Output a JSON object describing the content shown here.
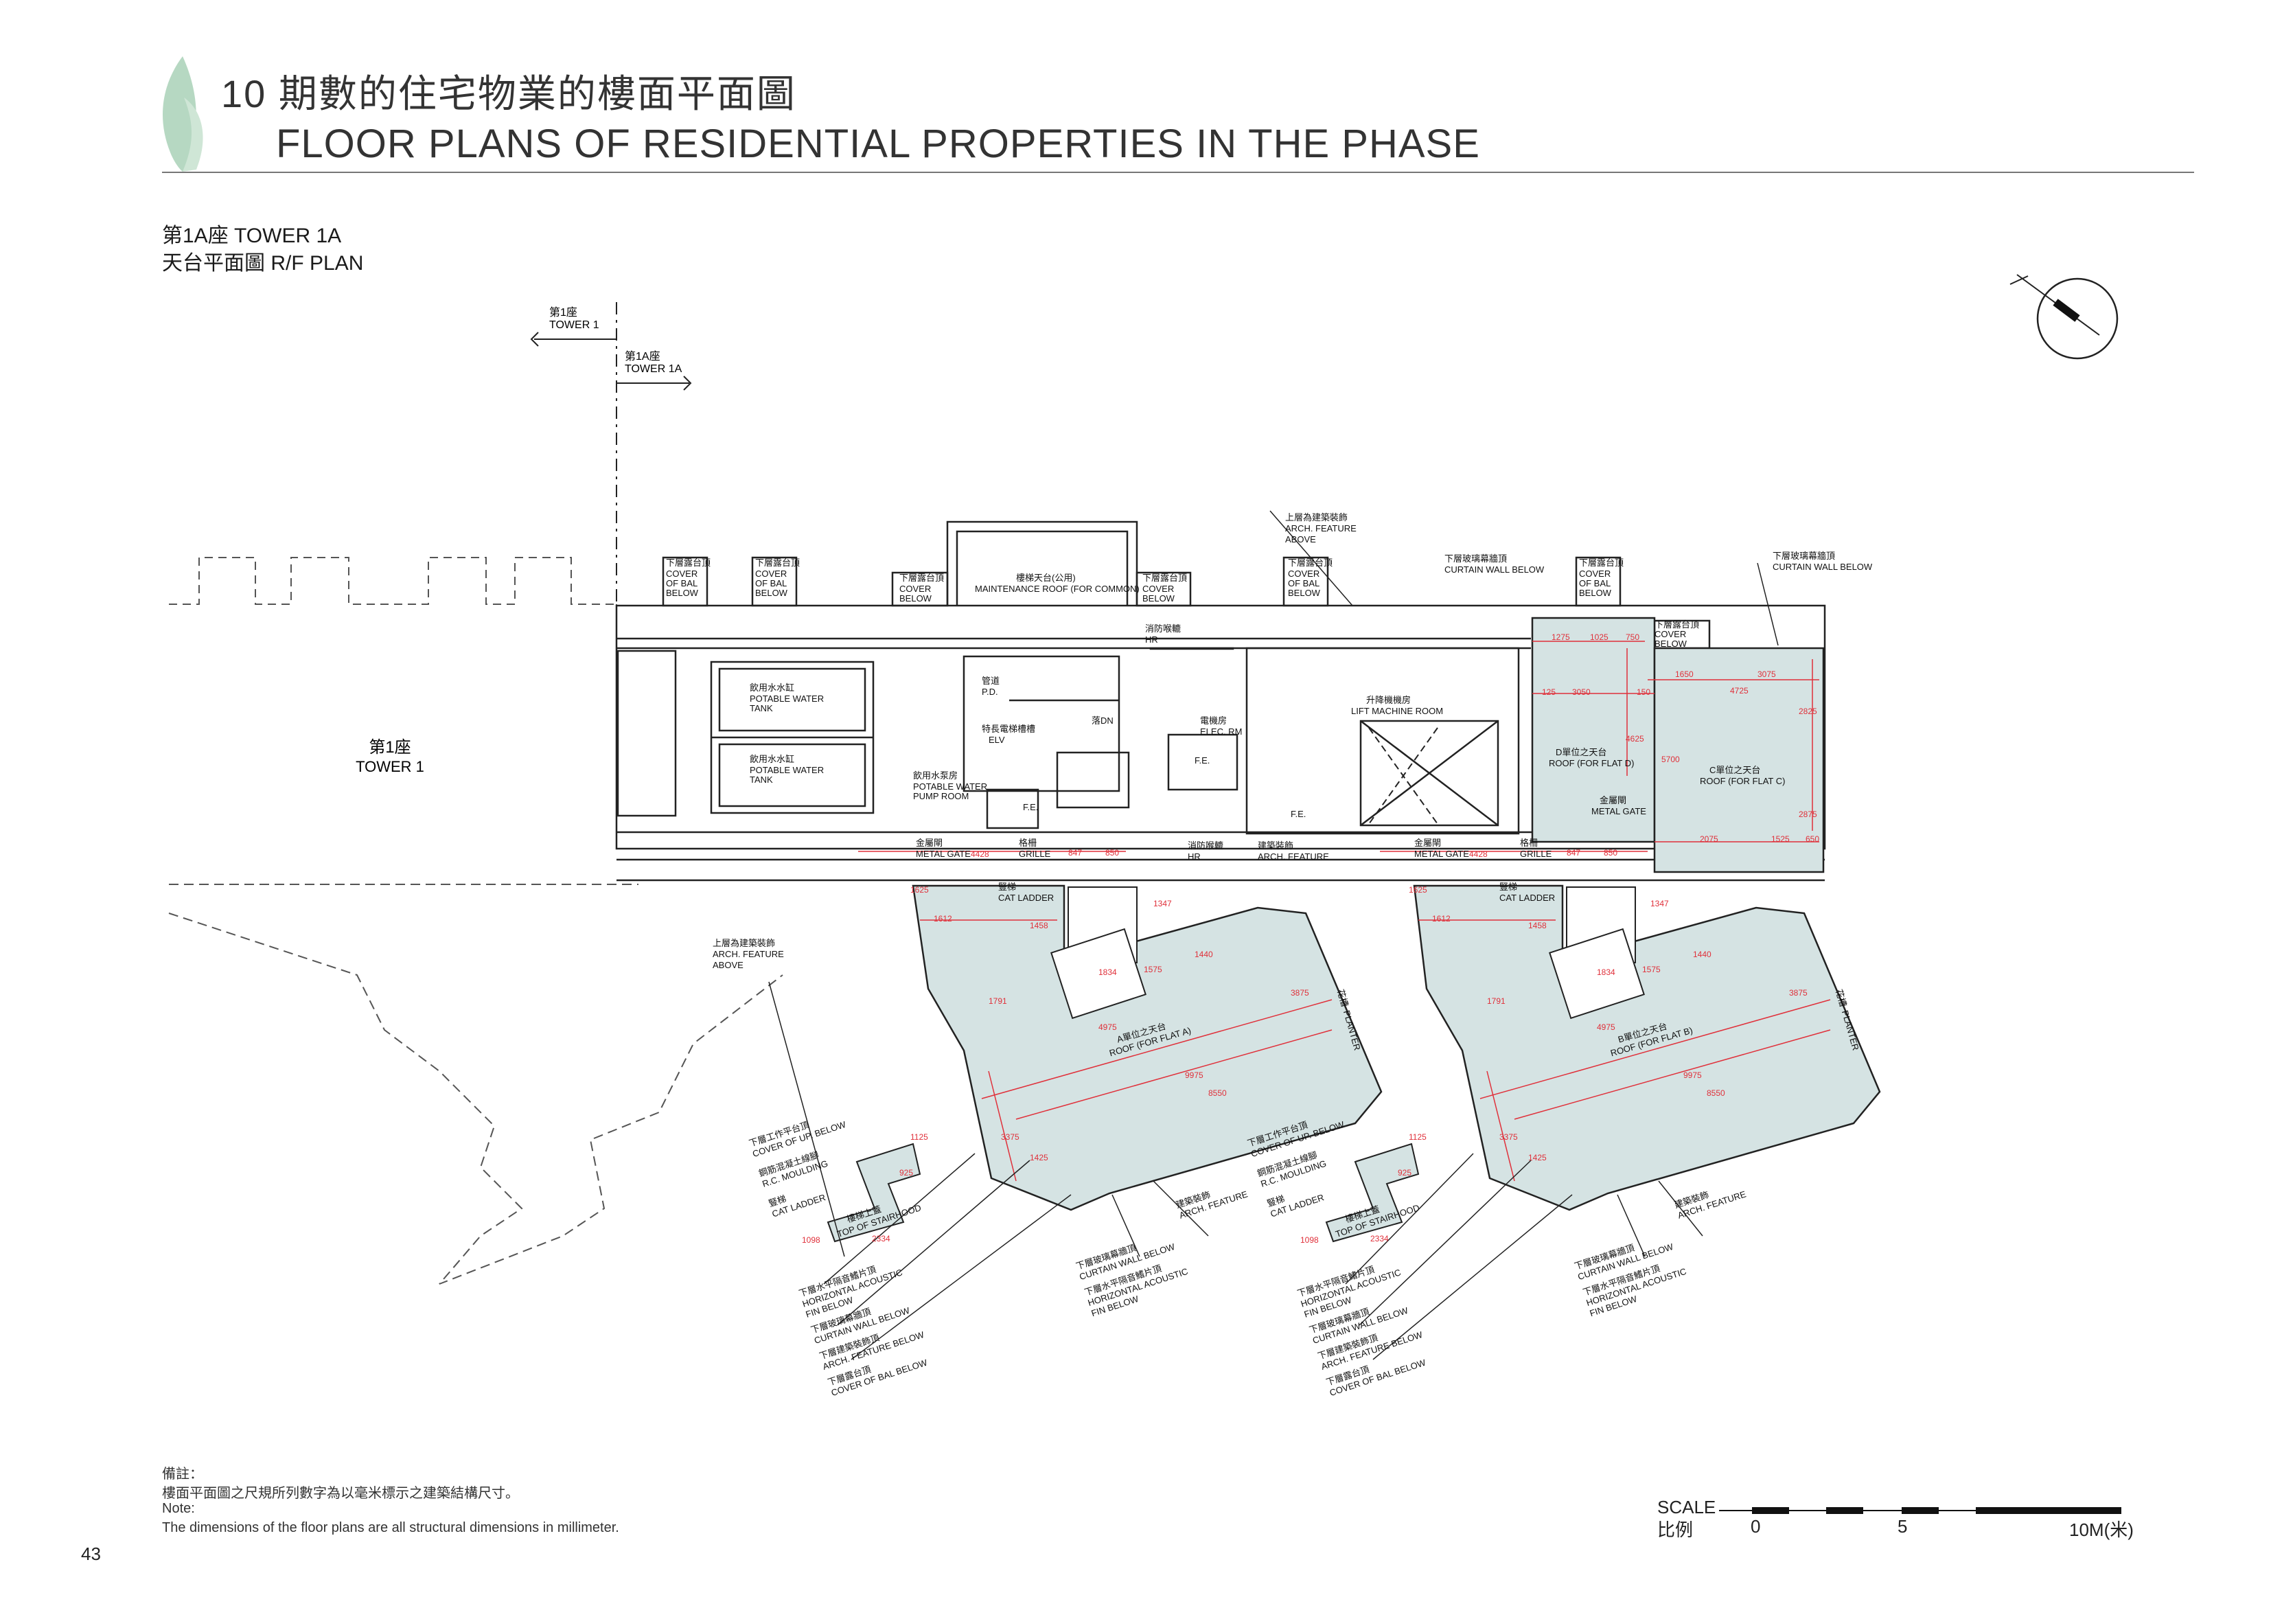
{
  "header": {
    "title_cn": "10 期數的住宅物業的樓面平面圖",
    "title_en": "FLOOR PLANS OF RESIDENTIAL PROPERTIES IN THE PHASE"
  },
  "plan": {
    "tower": "第1A座 TOWER 1A",
    "level": "天台平面圖 R/F PLAN"
  },
  "section_marks": {
    "tower1_cn": "第1座",
    "tower1_en": "TOWER 1",
    "tower1a_cn": "第1A座",
    "tower1a_en": "TOWER 1A"
  },
  "adjacent": {
    "cn": "第1座",
    "en": "TOWER 1"
  },
  "labels": {
    "cover_bal_cn": "下層露台頂",
    "cover_bal_en1": "COVER",
    "cover_bal_en2": "OF BAL",
    "cover_bal_en3": "BELOW",
    "cover_bal_line": "COVER OF BAL BELOW",
    "maint_cn": "樓梯天台(公用)",
    "maint_en": "MAINTENANCE ROOF (FOR COMMON)",
    "arch_above_cn": "上層為建築裝飾",
    "arch_above_en1": "ARCH. FEATURE",
    "arch_above_en2": "ABOVE",
    "curtain_cn": "下層玻璃幕牆頂",
    "curtain_en": "CURTAIN WALL BELOW",
    "hr_cn": "消防喉轆",
    "hr_en": "HR",
    "water_cn": "飲用水水缸",
    "water_en1": "POTABLE WATER",
    "water_en2": "TANK",
    "pd_cn": "管道",
    "pd_en": "P.D.",
    "elv_cn": "特長電梯槽槽",
    "elv_en": "ELV",
    "dn": "落DN",
    "elec_cn": "電機房",
    "elec_en": "ELEC. RM",
    "lmr_cn": "升降機機房",
    "lmr_en": "LIFT MACHINE ROOM",
    "pump_cn": "飲用水泵房",
    "pump_en1": "POTABLE WATER",
    "pump_en2": "PUMP ROOM",
    "fe": "F.E.",
    "flat_d_cn": "D單位之天台",
    "flat_d_en": "ROOF (FOR FLAT D)",
    "flat_c_cn": "C單位之天台",
    "flat_c_en": "ROOF (FOR FLAT C)",
    "flat_a_cn": "A單位之天台",
    "flat_a_en": "ROOF (FOR FLAT A)",
    "flat_b_cn": "B單位之天台",
    "flat_b_en": "ROOF (FOR FLAT B)",
    "gate_cn": "金屬閘",
    "gate_en": "METAL GATE",
    "grille_cn": "格柵",
    "grille_en": "GRILLE",
    "arch_cn": "建築裝飾",
    "arch_en": "ARCH. FEATURE",
    "ladder_cn": "豎梯",
    "ladder_en": "CAT LADDER",
    "planter_cn": "花槽",
    "planter_en": "PLANTER",
    "stair_cn": "樓梯上蓋",
    "stair_en": "TOP OF STAIRHOOD",
    "upwork_cn": "下層工作平台頂",
    "upwork_en": "COVER OF UP. BELOW",
    "rc_cn": "鋼筋混凝土線腳",
    "rc_en": "R.C. MOULDING",
    "hafin_cn": "下層水平隔音鰭片頂",
    "hafin_en1": "HORIZONTAL ACOUSTIC",
    "hafin_en2": "FIN BELOW",
    "archbelow_cn": "下層建築裝飾頂",
    "archbelow_en": "ARCH. FEATURE BELOW"
  },
  "dims": {
    "d1275": "1275",
    "d1025": "1025",
    "d750": "750",
    "d3050": "3050",
    "d150": "150",
    "d125": "125",
    "d4625": "4625",
    "d1650": "1650",
    "d3075": "3075",
    "d4725": "4725",
    "d5700": "5700",
    "d2825": "2825",
    "d2875": "2875",
    "d2075": "2075",
    "d1525": "1525",
    "d650": "650",
    "d4428": "4428",
    "d847": "847",
    "d850": "850",
    "d1612": "1612",
    "d1458": "1458",
    "d1834": "1834",
    "d1575": "1575",
    "d1440": "1440",
    "d9975": "9975",
    "d8550": "8550",
    "d3375": "3375",
    "d1425": "1425",
    "d1125": "1125",
    "d925": "925",
    "d2334": "2334",
    "d1098": "1098",
    "d1347": "1347",
    "d3875": "3875",
    "d4975": "4975",
    "d1791": "1791",
    "d1625": "1625"
  },
  "notes": {
    "cn_head": "備註：",
    "cn_body": "樓面平面圖之尺規所列數字為以毫米標示之建築結構尺寸。",
    "en_head": "Note:",
    "en_body": "The dimensions of the floor plans are all structural dimensions in millimeter."
  },
  "scale": {
    "label": "SCALE",
    "label_cn": "比例",
    "t0": "0",
    "t5": "5",
    "t10": "10M(米)"
  },
  "page_number": "43",
  "colors": {
    "fill": "#d5e3e3",
    "dim": "#e0303a",
    "line": "#222222",
    "leaf": "#b6d8c2"
  }
}
